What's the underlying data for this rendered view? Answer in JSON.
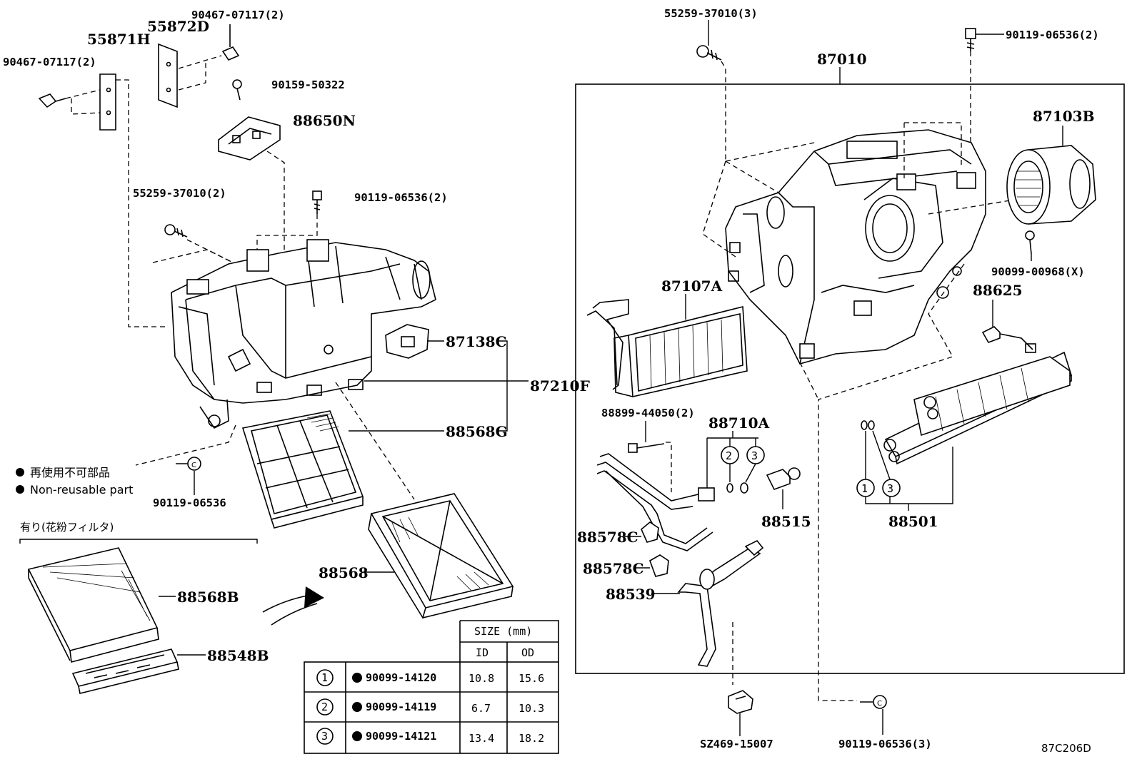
{
  "diagram_code": "87C206D",
  "legend": {
    "jp": "再使用不可部品",
    "en": "Non-reusable part"
  },
  "optional_note": "有り(花粉フィルタ)",
  "table": {
    "size_header": "SIZE (mm)",
    "col_id": "ID",
    "col_od": "OD",
    "rows": [
      {
        "num": "1",
        "part": "90099-14120",
        "id": "10.8",
        "od": "15.6"
      },
      {
        "num": "2",
        "part": "90099-14119",
        "id": "6.7",
        "od": "10.3"
      },
      {
        "num": "3",
        "part": "90099-14121",
        "id": "13.4",
        "od": "18.2"
      }
    ]
  },
  "labels": {
    "l_90467_a": "90467-07117(2)",
    "l_90467_b": "90467-07117(2)",
    "l_55871H": "55871H",
    "l_55872D": "55872D",
    "l_90159": "90159-50322",
    "l_88650N": "88650N",
    "l_55259_2": "55259-37010(2)",
    "l_90119_2a": "90119-06536(2)",
    "l_87138C": "87138C",
    "l_87210F": "87210F",
    "l_88568G": "88568G",
    "l_90119_single": "90119-06536",
    "l_88568B": "88568B",
    "l_88548B": "88548B",
    "l_88568": "88568",
    "l_55259_3": "55259-37010(3)",
    "l_87010": "87010",
    "l_90119_2b": "90119-06536(2)",
    "l_87103B": "87103B",
    "l_90099_00968": "90099-00968(X)",
    "l_87107A": "87107A",
    "l_88625": "88625",
    "l_88899": "88899-44050(2)",
    "l_88710A": "88710A",
    "l_88515": "88515",
    "l_88501": "88501",
    "l_88578C_a": "88578C",
    "l_88578C_b": "88578C",
    "l_88539": "88539",
    "l_SZ469": "SZ469-15007",
    "l_90119_3": "90119-06536(3)",
    "c1": "1",
    "c2": "2",
    "c3": "3",
    "c1b": "1",
    "c3b": "3"
  }
}
